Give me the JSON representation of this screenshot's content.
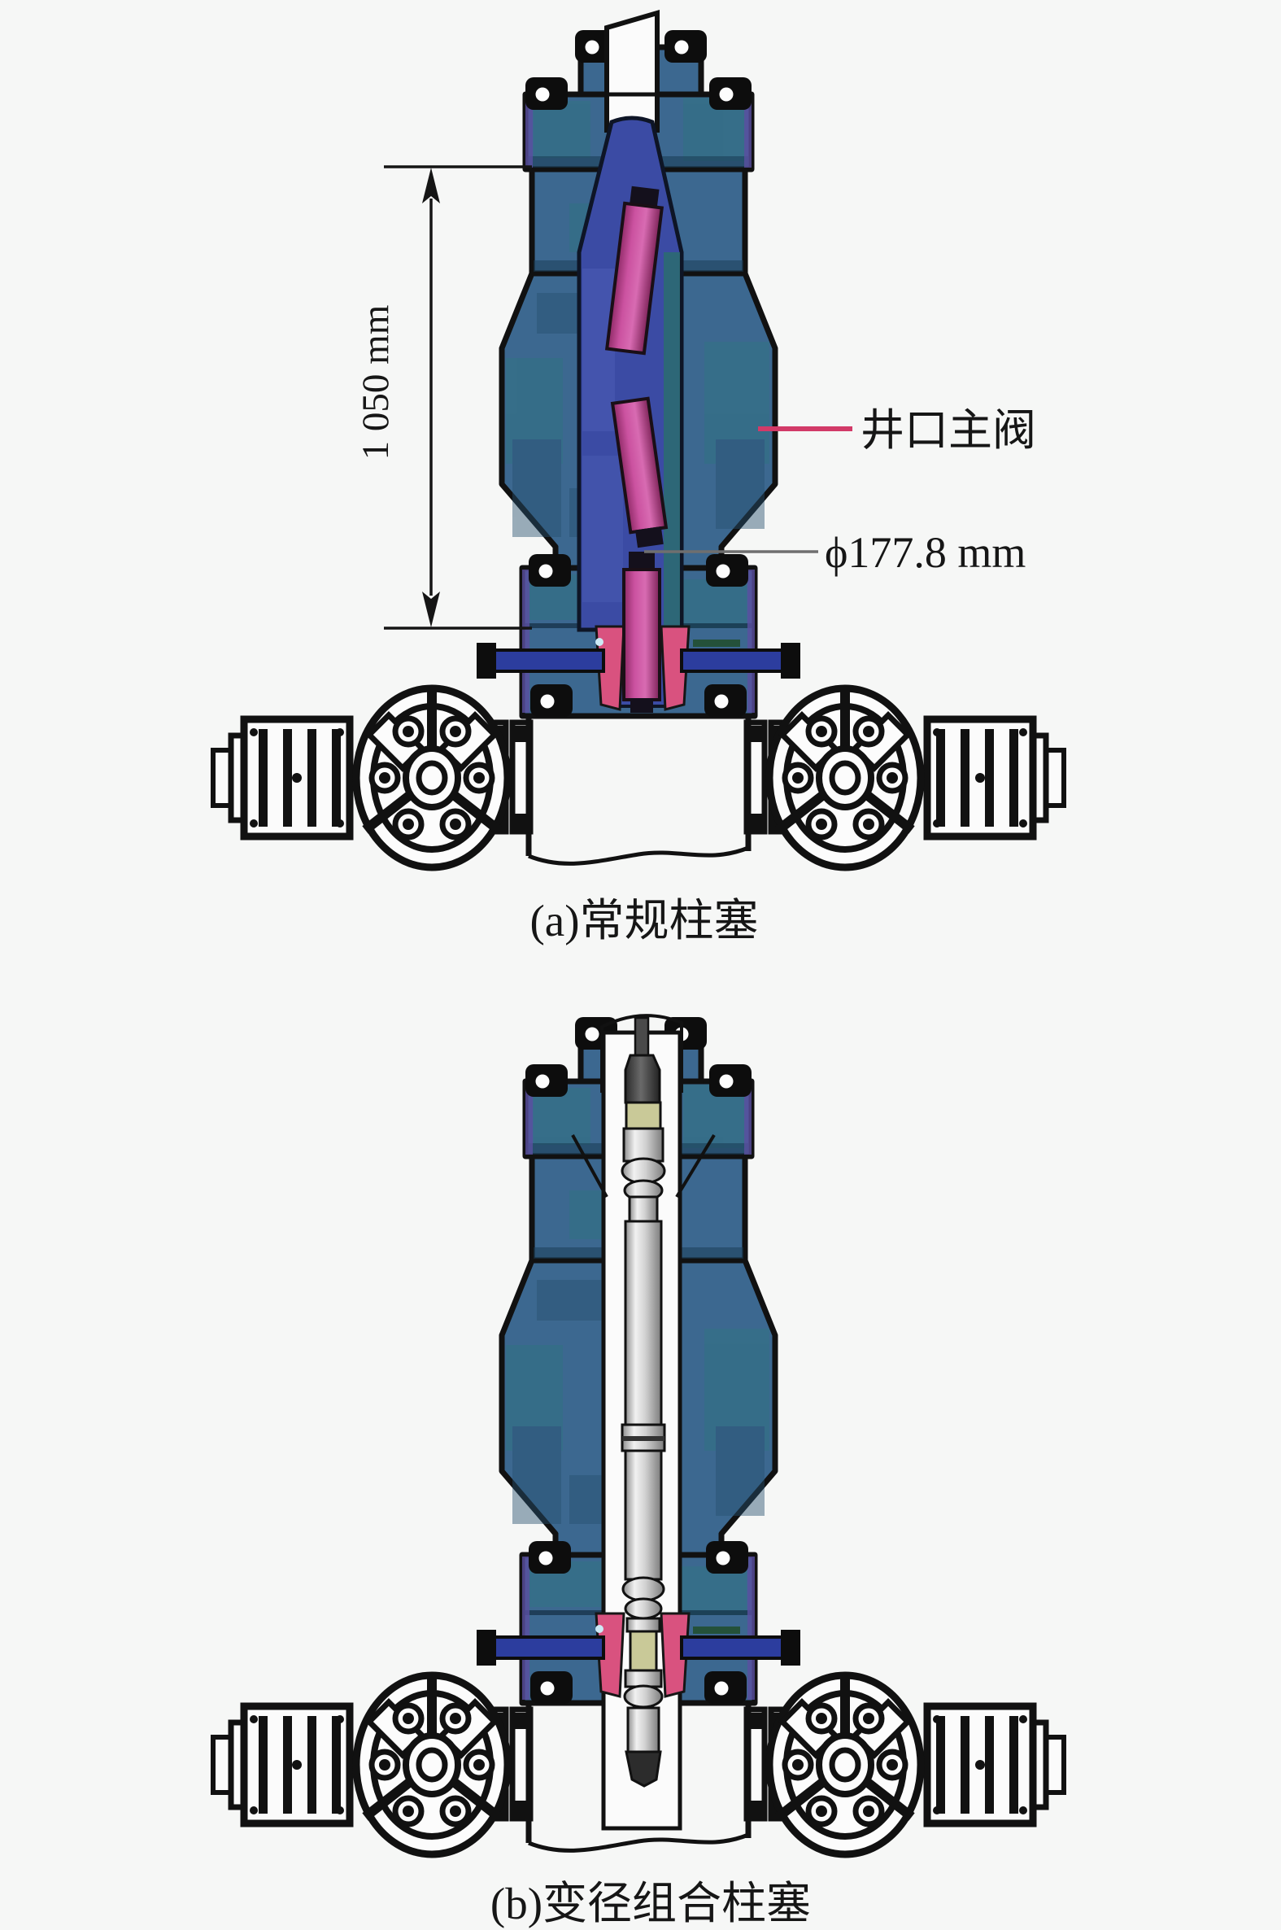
{
  "figure": {
    "background": "#f6f7f6",
    "captions": {
      "a": "(a)常规柱塞",
      "b": "(b)变径组合柱塞"
    },
    "annotations": {
      "height_dimension": "1 050 mm",
      "main_valve_label": "井口主阀",
      "bore_diameter_label": "ϕ177.8 mm"
    },
    "colors": {
      "background": "#f6f7f6",
      "line": "#111111",
      "body": "#3c6890",
      "body-teal": "#2e7580",
      "body-dark": "#27506f",
      "bore": "#3b4ba4",
      "bore-strip": "#2c6a72",
      "plunger-magenta": "#c34b97",
      "seal-pink": "#d9527f",
      "rod-navy": "#2c3d9e",
      "olive": "#c9c998",
      "accent-purple": "#5a4fa0",
      "leader-pink": "#d23a68",
      "leader-gray": "#6f6f6f"
    }
  }
}
